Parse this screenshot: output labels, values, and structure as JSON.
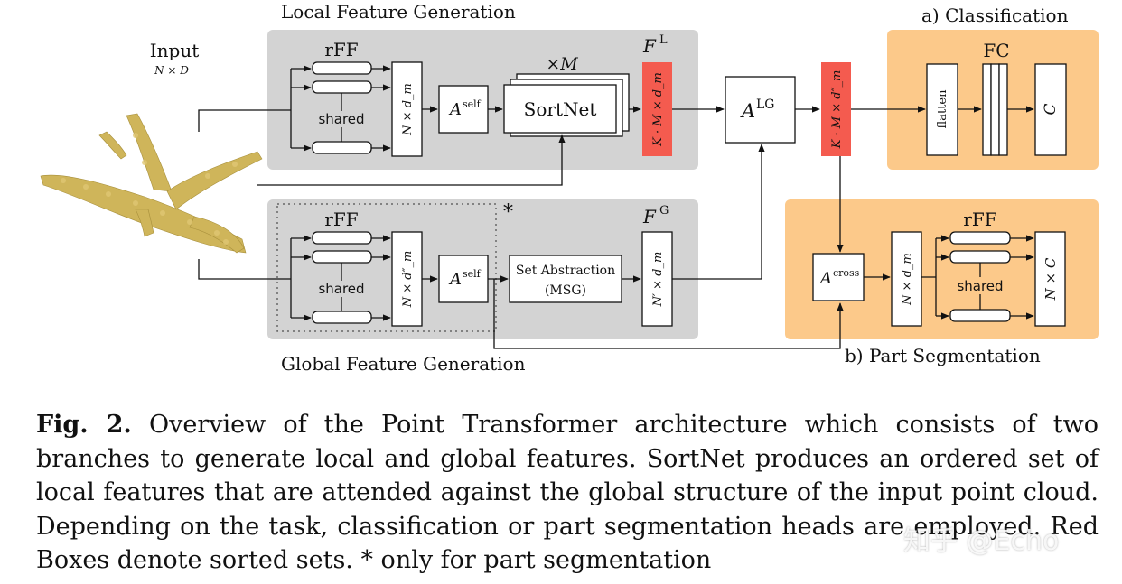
{
  "colors": {
    "panel_gray": "#d3d3d3",
    "panel_orange": "#fcc98a",
    "sorted_red": "#f45b4f",
    "point_cloud": "#cfb55a"
  },
  "input": {
    "title": "Input",
    "dims": "N × D"
  },
  "local_branch": {
    "title": "Local Feature Generation",
    "rff_label": "rFF",
    "shared_label": "shared",
    "feature_dim": "N × d_m",
    "attention": "A",
    "attention_sup": "self",
    "sortnet": "SortNet",
    "repeat": "×M",
    "output_label": "F",
    "output_sup": "L",
    "output_dim": "K · M × d_m"
  },
  "global_branch": {
    "title": "Global Feature Generation",
    "rff_label": "rFF",
    "shared_label": "shared",
    "feature_dim": "N × d″_m",
    "attention": "A",
    "attention_sup": "self",
    "star": "*",
    "set_abstraction_line1": "Set Abstraction",
    "set_abstraction_line2": "(MSG)",
    "output_label": "F",
    "output_sup": "G",
    "output_dim": "N′ × d_m"
  },
  "local_global": {
    "attention": "A",
    "attention_sup": "LG",
    "output_dim": "K · M × d″_m"
  },
  "classification": {
    "title": "a) Classification",
    "fc_label": "FC",
    "flatten_label": "flatten",
    "output": "C"
  },
  "segmentation": {
    "title": "b) Part Segmentation",
    "attention": "A",
    "attention_sup": "cross",
    "feature_dim": "N × d_m",
    "rff_label": "rFF",
    "shared_label": "shared",
    "output_dim": "N × C"
  },
  "caption": {
    "label": "Fig. 2.",
    "text": "Overview of the Point Transformer architecture which consists of two branches to generate local and global features. SortNet produces an ordered set of local features that are attended against the global structure of the input point cloud. Depending on the task, classification or part segmentation heads are employed. Red Boxes denote sorted sets. * only for part segmentation"
  },
  "watermark": "知乎 @Echo"
}
